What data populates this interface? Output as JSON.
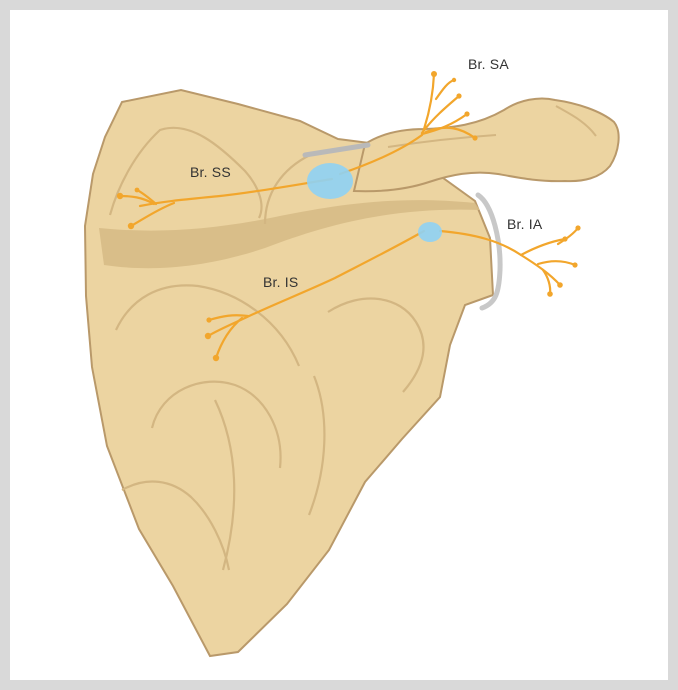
{
  "diagram": {
    "labels": {
      "br_sa": "Br. SA",
      "br_ss": "Br. SS",
      "br_ia": "Br. IA",
      "br_is": "Br. IS"
    },
    "colors": {
      "bone_fill": "#ecd4a1",
      "bone_outline": "#b9996a",
      "bone_shade": "#d7bb86",
      "nerve": "#f2a62c",
      "injection": "#8fd1f4",
      "ligament": "#b9b9b9",
      "frame": "#d9d9d9"
    }
  }
}
